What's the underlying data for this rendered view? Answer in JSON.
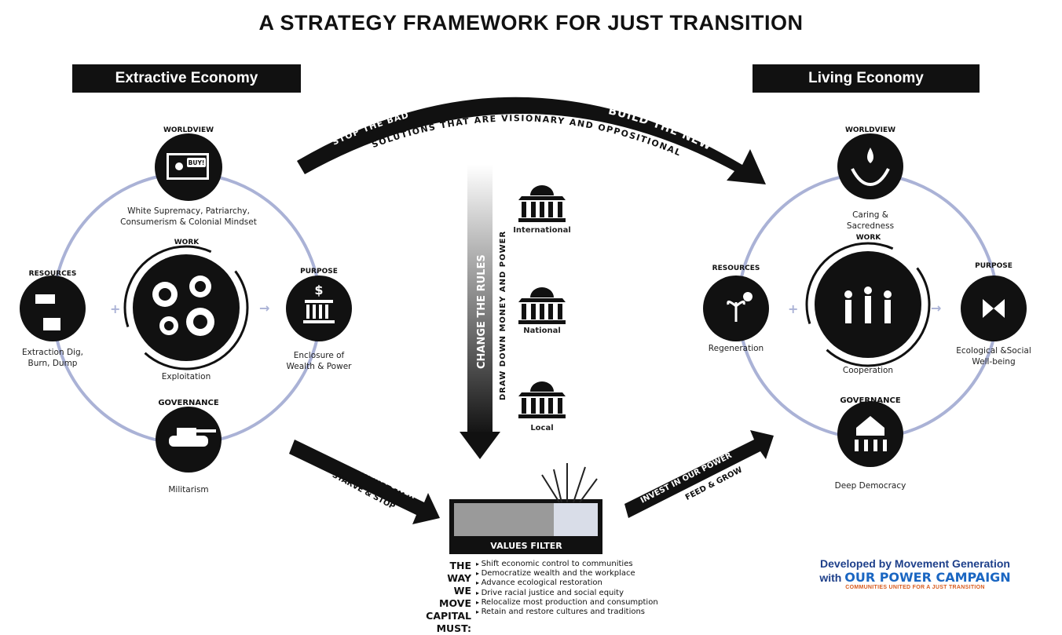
{
  "title": "A STRATEGY FRAMEWORK FOR JUST TRANSITION",
  "extractive": {
    "header": "Extractive Economy",
    "worldview": {
      "tag": "WORLDVIEW",
      "label": "White Supremacy, Patriarchy, Consumerism & Colonial Mindset",
      "screen_text": "BUY!"
    },
    "work": {
      "tag": "WORK",
      "label": "Exploitation"
    },
    "resources": {
      "tag": "RESOURCES",
      "label": "Extraction Dig, Burn, Dump"
    },
    "purpose": {
      "tag": "PURPOSE",
      "label": "Enclosure of Wealth & Power",
      "symbol": "$"
    },
    "governance": {
      "tag": "GOVERNANCE",
      "label": "Militarism"
    }
  },
  "living": {
    "header": "Living Economy",
    "worldview": {
      "tag": "WORLDVIEW",
      "label": "Caring & Sacredness"
    },
    "work": {
      "tag": "WORK",
      "label": "Cooperation"
    },
    "resources": {
      "tag": "RESOURCES",
      "label": "Regeneration"
    },
    "purpose": {
      "tag": "PURPOSE",
      "label": "Ecological &Social Well-being"
    },
    "governance": {
      "tag": "GOVERNANCE",
      "label": "Deep Democracy"
    }
  },
  "plus": "+",
  "top_arrow": {
    "left": "STOP THE BAD",
    "middle": "SOLUTIONS THAT ARE VISIONARY AND OPPOSITIONAL",
    "right": "BUILD THE NEW"
  },
  "change_rules": {
    "title": "CHANGE THE RULES",
    "subtitle": "DRAW DOWN MONEY AND POWER",
    "levels": [
      "International",
      "National",
      "Local"
    ]
  },
  "divest": {
    "line1": "DIVEST FROM THEIR POWER",
    "line2": "STARVE & STOP"
  },
  "invest": {
    "line1": "INVEST IN OUR POWER",
    "line2": "FEED & GROW"
  },
  "values_filter": "VALUES FILTER",
  "capital": {
    "heading": [
      "THE WAY",
      "WE MOVE",
      "CAPITAL",
      "MUST:"
    ],
    "items": [
      "Shift economic control to communities",
      "Democratize wealth and the workplace",
      "Advance ecological restoration",
      "Drive racial justice and social equity",
      "Relocalize most production and consumption",
      "Retain and restore cultures and traditions"
    ]
  },
  "credit": {
    "line1": "Developed by Movement Generation",
    "with": "with",
    "org": "OUR POWER CAMPAIGN",
    "tagline": "COMMUNITIES UNITED FOR A JUST TRANSITION"
  }
}
